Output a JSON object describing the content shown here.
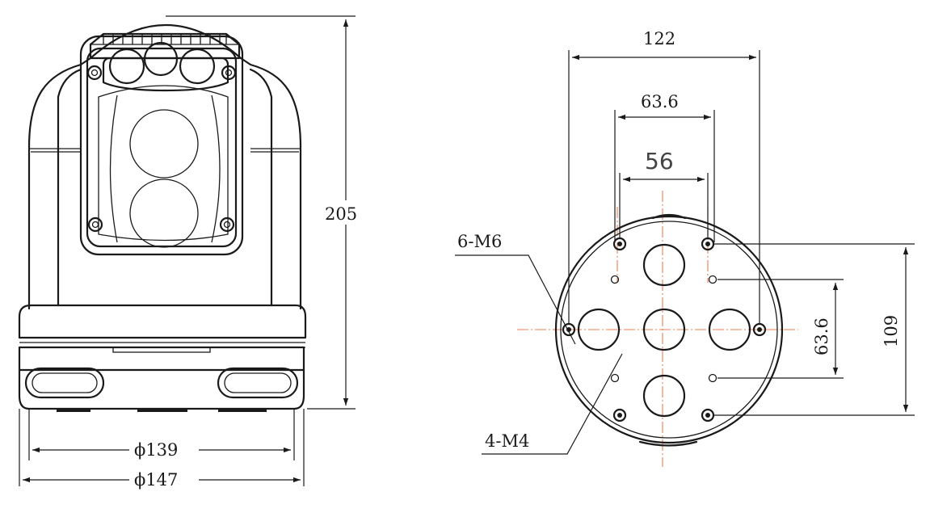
{
  "dimensions": {
    "height": "205",
    "inner_diameter": "ϕ139",
    "outer_diameter": "ϕ147",
    "outer_bolt_span": "122",
    "inner_bolt_span": "63.6",
    "hole_span": "56",
    "vertical_inner_span": "63.6",
    "vertical_outer_span": "109"
  },
  "callouts": {
    "m6_holes": "6-M6",
    "m4_holes": "4-M4"
  },
  "colors": {
    "line": "#1a1a1a",
    "center_line": "#e8834f"
  }
}
